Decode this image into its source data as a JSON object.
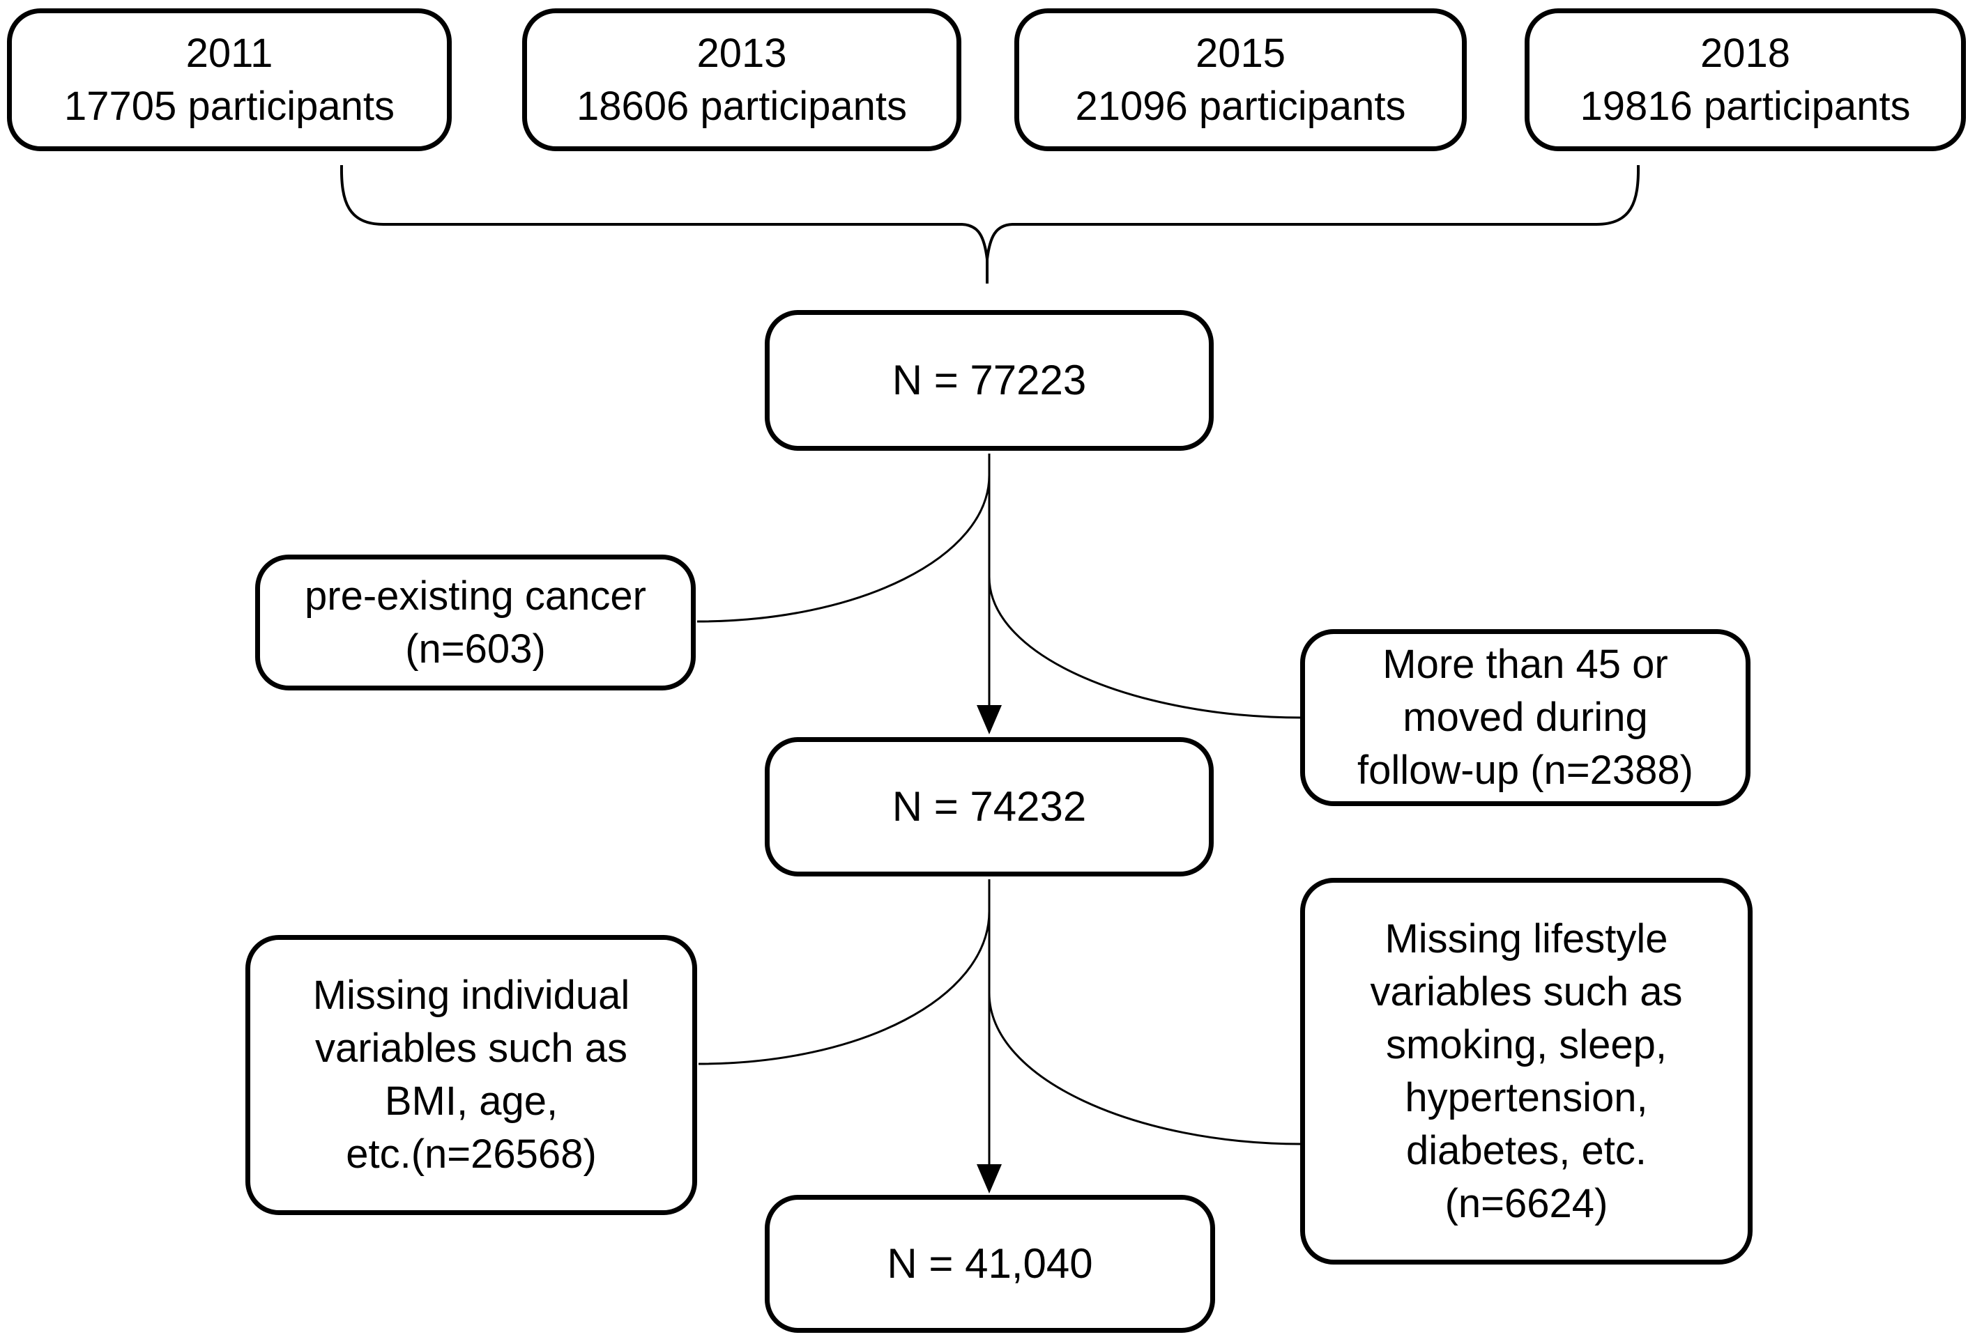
{
  "flowchart": {
    "waves": [
      {
        "year": "2011",
        "participants": "17705 participants"
      },
      {
        "year": "2013",
        "participants": "18606 participants"
      },
      {
        "year": "2015",
        "participants": "21096 participants"
      },
      {
        "year": "2018",
        "participants": "19816 participants"
      }
    ],
    "totals": {
      "initial": "N = 77223",
      "after_first_exclusions": "N = 74232",
      "final": "N = 41,040"
    },
    "exclusions": {
      "pre_existing_cancer": {
        "line1": "pre-existing cancer",
        "line2": "(n=603)"
      },
      "age_or_moved": {
        "line1": "More than 45 or",
        "line2": "moved during",
        "line3": "follow-up (n=2388)"
      },
      "missing_individual": {
        "line1": "Missing individual",
        "line2": "variables such as",
        "line3": "BMI, age,",
        "line4": "etc.(n=26568)"
      },
      "missing_lifestyle": {
        "line1": "Missing lifestyle",
        "line2": "variables such as",
        "line3": "smoking, sleep,",
        "line4": "hypertension,",
        "line5": "diabetes, etc.",
        "line6": "(n=6624)"
      }
    },
    "colors": {
      "line": "#000000",
      "box_border": "#000000",
      "box_background": "#ffffff",
      "text": "#000000",
      "page_background": "#ffffff"
    }
  }
}
